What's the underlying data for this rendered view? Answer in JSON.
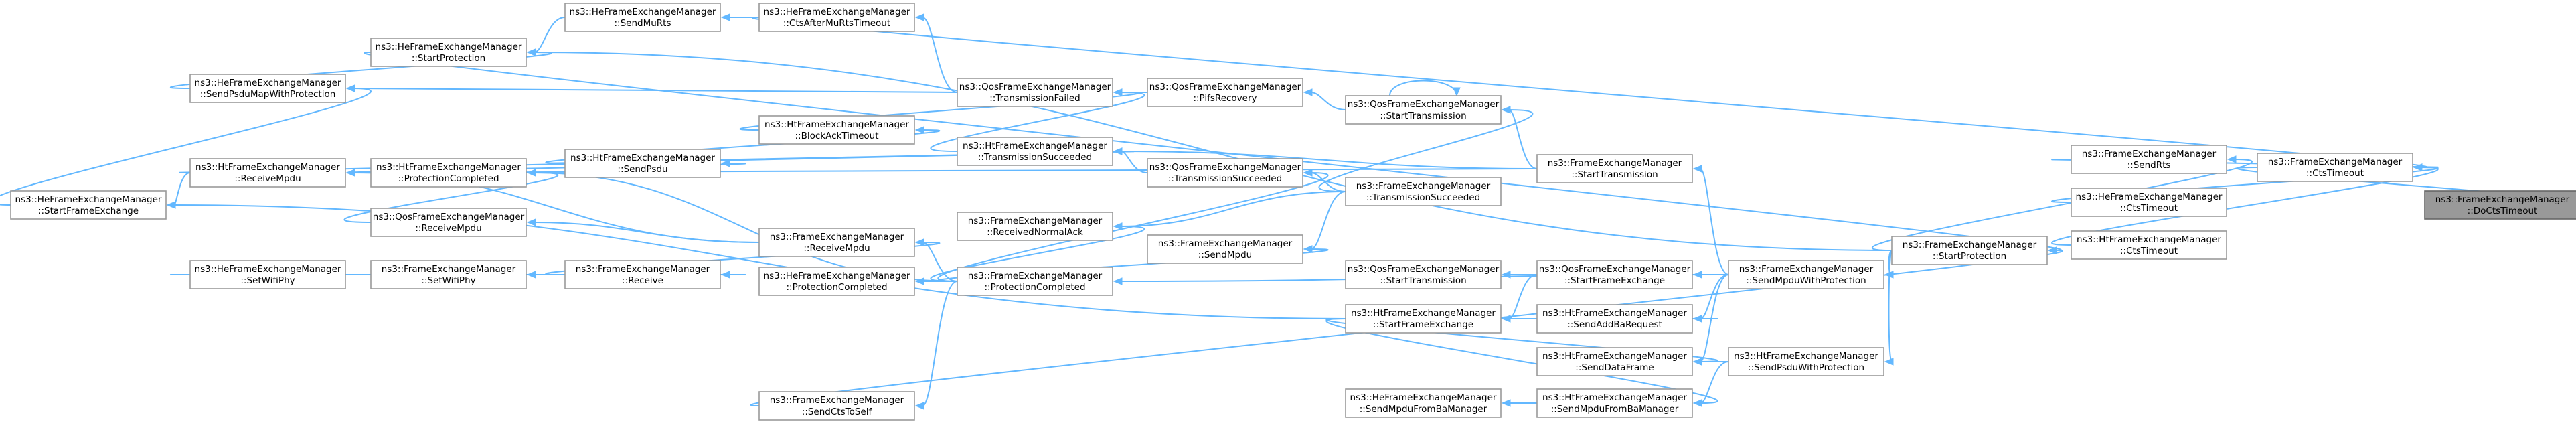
{
  "nodes": [
    {
      "id": "root",
      "l1": "ns3::FrameExchangeManager",
      "l2": "::DoCtsTimeout",
      "root": true
    },
    {
      "id": "ctsto",
      "l1": "ns3::FrameExchangeManager",
      "l2": "::CtsTimeout"
    },
    {
      "id": "fsendrts",
      "l1": "ns3::FrameExchangeManager",
      "l2": "::SendRts"
    },
    {
      "id": "hectsto",
      "l1": "ns3::HeFrameExchangeManager",
      "l2": "::CtsTimeout"
    },
    {
      "id": "htctsto",
      "l1": "ns3::HtFrameExchangeManager",
      "l2": "::CtsTimeout"
    },
    {
      "id": "fsp",
      "l1": "ns3::FrameExchangeManager",
      "l2": "::StartProtection"
    },
    {
      "id": "hesp",
      "l1": "ns3::HeFrameExchangeManager",
      "l2": "::StartProtection"
    },
    {
      "id": "hemurts",
      "l1": "ns3::HeFrameExchangeManager",
      "l2": "::SendMuRts"
    },
    {
      "id": "hectsmu",
      "l1": "ns3::HeFrameExchangeManager",
      "l2": "::CtsAfterMuRtsTimeout"
    },
    {
      "id": "hepsdu",
      "l1": "ns3::HeFrameExchangeManager",
      "l2": "::SendPsduMapWithProtection"
    },
    {
      "id": "hesfe",
      "l1": "ns3::HeFrameExchangeManager",
      "l2": "::StartFrameExchange"
    },
    {
      "id": "qtf",
      "l1": "ns3::QosFrameExchangeManager",
      "l2": "::TransmissionFailed"
    },
    {
      "id": "pifs",
      "l1": "ns3::QosFrameExchangeManager",
      "l2": "::PifsRecovery"
    },
    {
      "id": "qst",
      "l1": "ns3::QosFrameExchangeManager",
      "l2": "::StartTransmission"
    },
    {
      "id": "htbat",
      "l1": "ns3::HtFrameExchangeManager",
      "l2": "::BlockAckTimeout"
    },
    {
      "id": "htts",
      "l1": "ns3::HtFrameExchangeManager",
      "l2": "::TransmissionSucceeded"
    },
    {
      "id": "htrm",
      "l1": "ns3::HtFrameExchangeManager",
      "l2": "::ReceiveMpdu"
    },
    {
      "id": "htpc",
      "l1": "ns3::HtFrameExchangeManager",
      "l2": "::ProtectionCompleted"
    },
    {
      "id": "htsp",
      "l1": "ns3::HtFrameExchangeManager",
      "l2": "::SendPsdu"
    },
    {
      "id": "qts",
      "l1": "ns3::QosFrameExchangeManager",
      "l2": "::TransmissionSucceeded"
    },
    {
      "id": "fst",
      "l1": "ns3::FrameExchangeManager",
      "l2": "::StartTransmission"
    },
    {
      "id": "fts",
      "l1": "ns3::FrameExchangeManager",
      "l2": "::TransmissionSucceeded"
    },
    {
      "id": "qrm",
      "l1": "ns3::QosFrameExchangeManager",
      "l2": "::ReceiveMpdu"
    },
    {
      "id": "frna",
      "l1": "ns3::FrameExchangeManager",
      "l2": "::ReceivedNormalAck"
    },
    {
      "id": "frm",
      "l1": "ns3::FrameExchangeManager",
      "l2": "::ReceiveMpdu"
    },
    {
      "id": "fsm",
      "l1": "ns3::FrameExchangeManager",
      "l2": "::SendMpdu"
    },
    {
      "id": "fpc",
      "l1": "ns3::FrameExchangeManager",
      "l2": "::ProtectionCompleted"
    },
    {
      "id": "hepc",
      "l1": "ns3::HeFrameExchangeManager",
      "l2": "::ProtectionCompleted"
    },
    {
      "id": "hewp",
      "l1": "ns3::HeFrameExchangeManager",
      "l2": "::SetWifiPhy"
    },
    {
      "id": "fwp",
      "l1": "ns3::FrameExchangeManager",
      "l2": "::SetWifiPhy"
    },
    {
      "id": "frecv",
      "l1": "ns3::FrameExchangeManager",
      "l2": "::Receive"
    },
    {
      "id": "qst2",
      "l1": "ns3::QosFrameExchangeManager",
      "l2": "::StartTransmission"
    },
    {
      "id": "qsfe",
      "l1": "ns3::QosFrameExchangeManager",
      "l2": "::StartFrameExchange"
    },
    {
      "id": "fsmwp",
      "l1": "ns3::FrameExchangeManager",
      "l2": "::SendMpduWithProtection"
    },
    {
      "id": "htsfe",
      "l1": "ns3::HtFrameExchangeManager",
      "l2": "::StartFrameExchange"
    },
    {
      "id": "htaddba",
      "l1": "ns3::HtFrameExchangeManager",
      "l2": "::SendAddBaRequest"
    },
    {
      "id": "htsdf",
      "l1": "ns3::HtFrameExchangeManager",
      "l2": "::SendDataFrame"
    },
    {
      "id": "htspwp",
      "l1": "ns3::HtFrameExchangeManager",
      "l2": "::SendPsduWithProtection"
    },
    {
      "id": "hesmba",
      "l1": "ns3::HeFrameExchangeManager",
      "l2": "::SendMpduFromBaManager"
    },
    {
      "id": "htsmba",
      "l1": "ns3::HtFrameExchangeManager",
      "l2": "::SendMpduFromBaManager"
    },
    {
      "id": "fcts",
      "l1": "ns3::FrameExchangeManager",
      "l2": "::SendCtsToSelf"
    }
  ],
  "edges": [
    [
      "ctsto",
      "root"
    ],
    [
      "fsendrts",
      "ctsto"
    ],
    [
      "hectsto",
      "ctsto"
    ],
    [
      "htctsto",
      "ctsto"
    ],
    [
      "hectsmu",
      "ctsto"
    ],
    [
      "fsp",
      "fsendrts"
    ],
    [
      "hesp",
      "fsp"
    ],
    [
      "hemurts",
      "hesp"
    ],
    [
      "hectsmu",
      "hemurts"
    ],
    [
      "hepsdu",
      "hesp"
    ],
    [
      "hesfe",
      "hepsdu"
    ],
    [
      "qtf",
      "hectsmu"
    ],
    [
      "pifs",
      "qtf"
    ],
    [
      "qst",
      "pifs"
    ],
    [
      "qst",
      "qst"
    ],
    [
      "htbat",
      "qtf"
    ],
    [
      "htts",
      "qtf"
    ],
    [
      "htrm",
      "htts"
    ],
    [
      "htpc",
      "htsp"
    ],
    [
      "htsp",
      "htbat"
    ],
    [
      "htsp",
      "htts"
    ],
    [
      "fst",
      "htts"
    ],
    [
      "fst",
      "qst"
    ],
    [
      "qts",
      "htts"
    ],
    [
      "fts",
      "qts"
    ],
    [
      "fts",
      "qst"
    ],
    [
      "fts",
      "frna"
    ],
    [
      "fts",
      "fsm"
    ],
    [
      "fsmwp",
      "fst"
    ],
    [
      "fsmwp",
      "fpc"
    ],
    [
      "fsmwp",
      "qsfe"
    ],
    [
      "fsmwp",
      "htaddba"
    ],
    [
      "fsmwp",
      "htsdf"
    ],
    [
      "fsp",
      "fsmwp"
    ],
    [
      "fsp",
      "htspwp"
    ],
    [
      "htspwp",
      "htsdf"
    ],
    [
      "htspwp",
      "htsmba"
    ],
    [
      "qsfe",
      "qst2"
    ],
    [
      "qsfe",
      "htsfe"
    ],
    [
      "htsfe",
      "htaddba"
    ],
    [
      "htsfe",
      "htsdf"
    ],
    [
      "htsfe",
      "htsmba"
    ],
    [
      "htsmba",
      "hesmba"
    ],
    [
      "htsfe",
      "hesfe"
    ],
    [
      "fpc",
      "frna"
    ],
    [
      "fpc",
      "frm"
    ],
    [
      "fpc",
      "fsm"
    ],
    [
      "fpc",
      "hepc"
    ],
    [
      "fpc",
      "htpc"
    ],
    [
      "fpc",
      "fcts"
    ],
    [
      "fpc",
      "qts"
    ],
    [
      "frm",
      "qrm"
    ],
    [
      "frm",
      "htrm"
    ],
    [
      "frecv",
      "frm"
    ],
    [
      "fwp",
      "frecv"
    ],
    [
      "hewp",
      "fwp"
    ],
    [
      "htrm",
      "hesfe"
    ],
    [
      "qrm",
      "htpc"
    ],
    [
      "fcts",
      "fsp"
    ],
    [
      "qtf",
      "hepsdu"
    ],
    [
      "htpc",
      "htrm"
    ],
    [
      "fst",
      "htrm"
    ],
    [
      "fsp",
      "hesp"
    ]
  ]
}
